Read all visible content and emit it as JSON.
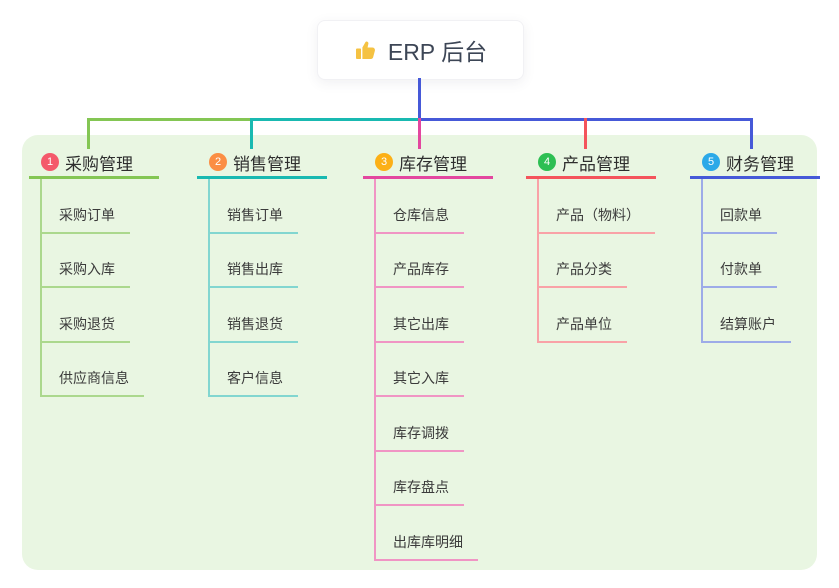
{
  "root": {
    "label": "ERP 后台",
    "icon": "thumbs-up-icon"
  },
  "colors": {
    "canvas_bg": "#ffffff",
    "panel_bg": "#e9f6e2",
    "trunk": "#4659d8",
    "root_text": "#3d4656",
    "branch_title_text": "#2e2e2e",
    "child_text": "#3b3b3b",
    "icon_yellow": "#f5c242"
  },
  "branches": [
    {
      "num": "1",
      "title": "采购管理",
      "badge_color": "#f4596b",
      "line_color": "#84c654",
      "child_line_color": "#abd88d",
      "children": [
        "采购订单",
        "采购入库",
        "采购退货",
        "供应商信息"
      ]
    },
    {
      "num": "2",
      "title": "销售管理",
      "badge_color": "#fb8e44",
      "line_color": "#19b9b1",
      "child_line_color": "#82d6d0",
      "children": [
        "销售订单",
        "销售出库",
        "销售退货",
        "客户信息"
      ]
    },
    {
      "num": "3",
      "title": "库存管理",
      "badge_color": "#fcb016",
      "line_color": "#e3479f",
      "child_line_color": "#f095c4",
      "children": [
        "仓库信息",
        "产品库存",
        "其它出库",
        "其它入库",
        "库存调拨",
        "库存盘点",
        "出库库明细"
      ]
    },
    {
      "num": "4",
      "title": "产品管理",
      "badge_color": "#2dbf53",
      "line_color": "#f4545c",
      "child_line_color": "#f9a2a7",
      "children": [
        "产品（物料）",
        "产品分类",
        "产品单位"
      ]
    },
    {
      "num": "5",
      "title": "财务管理",
      "badge_color": "#2ba9e8",
      "line_color": "#4659d8",
      "child_line_color": "#9dabe8",
      "children": [
        "回款单",
        "付款单",
        "结算账户"
      ]
    }
  ]
}
